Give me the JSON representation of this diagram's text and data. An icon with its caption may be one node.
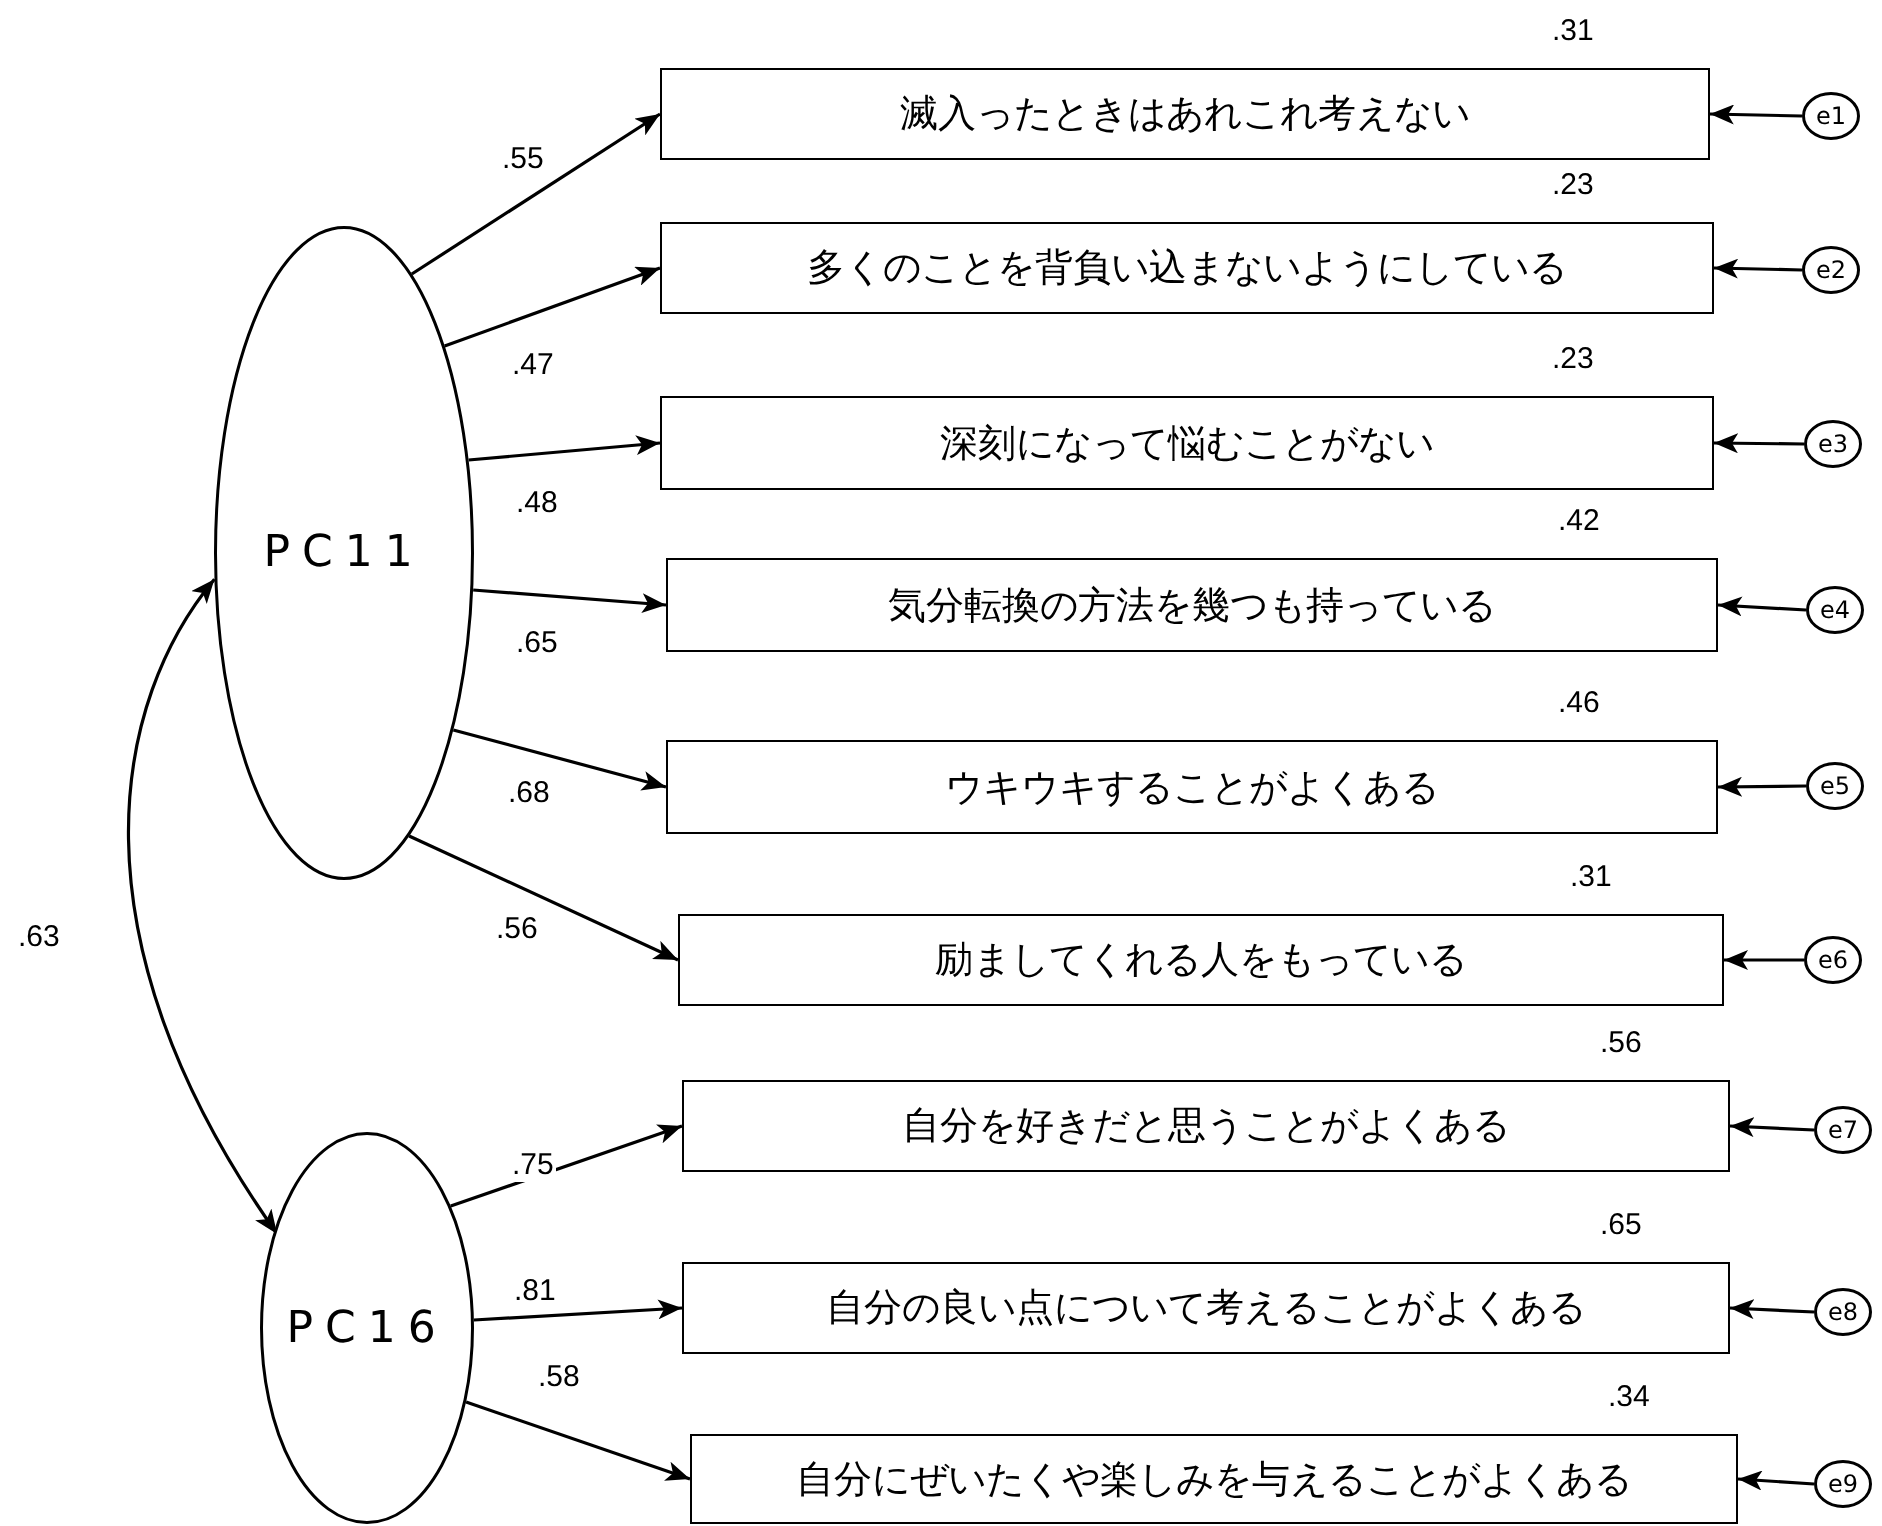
{
  "diagram": {
    "nodes": [
      {
        "text": [
          "PC11"
        ]
      },
      {
        "text": [
          "PC16"
        ]
      },
      {
        "text": [
          "滅入ったときはあれこれ考えない"
        ],
        "beside": [
          ".31"
        ]
      },
      {
        "text": [
          "多くのことを背負い込まないようにしている"
        ],
        "beside": [
          ".23"
        ]
      },
      {
        "text": [
          "深刻になって悩むことがない"
        ],
        "beside": [
          ".23"
        ]
      },
      {
        "text": [
          "気分転換の方法を幾つも持っている"
        ],
        "beside": [
          ".42"
        ]
      },
      {
        "text": [
          "ウキウキすることがよくある"
        ],
        "beside": [
          ".46"
        ]
      },
      {
        "text": [
          "励ましてくれる人をもっている"
        ],
        "beside": [
          ".31"
        ]
      },
      {
        "text": [
          "自分を好きだと思うことがよくある"
        ],
        "beside": [
          ".56"
        ]
      },
      {
        "text": [
          "自分の良い点について考えることがよくある"
        ],
        "beside": [
          ".65"
        ]
      },
      {
        "text": [
          "自分にぜいたくや楽しみを与えることがよくある"
        ],
        "beside": [
          ".34"
        ]
      },
      {
        "text": [
          "e1"
        ]
      },
      {
        "text": [
          "e2"
        ]
      },
      {
        "text": [
          "e3"
        ]
      },
      {
        "text": [
          "e4"
        ]
      },
      {
        "text": [
          "e5"
        ]
      },
      {
        "text": [
          "e6"
        ]
      },
      {
        "text": [
          "e7"
        ]
      },
      {
        "text": [
          "e8"
        ]
      },
      {
        "text": [
          "e9"
        ]
      }
    ],
    "edges": [
      {
        "from": 0,
        "to": 2,
        "arrow": "to",
        "label": ".55"
      },
      {
        "from": 0,
        "to": 3,
        "arrow": "to",
        "label": ".47"
      },
      {
        "from": 0,
        "to": 4,
        "arrow": "to",
        "label": ".48"
      },
      {
        "from": 0,
        "to": 5,
        "arrow": "to",
        "label": ".65"
      },
      {
        "from": 0,
        "to": 6,
        "arrow": "to",
        "label": ".68"
      },
      {
        "from": 0,
        "to": 7,
        "arrow": "to",
        "label": ".56"
      },
      {
        "from": 1,
        "to": 8,
        "arrow": "to",
        "label": ".75"
      },
      {
        "from": 1,
        "to": 9,
        "arrow": "to",
        "label": ".81"
      },
      {
        "from": 1,
        "to": 10,
        "arrow": "to",
        "label": ".58"
      },
      {
        "from": 0,
        "to": 1,
        "arrow": "both",
        "label": ".63"
      },
      {
        "from": 11,
        "to": 2,
        "arrow": "to"
      },
      {
        "from": 12,
        "to": 3,
        "arrow": "to"
      },
      {
        "from": 13,
        "to": 4,
        "arrow": "to"
      },
      {
        "from": 14,
        "to": 5,
        "arrow": "to"
      },
      {
        "from": 15,
        "to": 6,
        "arrow": "to"
      },
      {
        "from": 16,
        "to": 7,
        "arrow": "to"
      },
      {
        "from": 17,
        "to": 8,
        "arrow": "to"
      },
      {
        "from": 18,
        "to": 9,
        "arrow": "to"
      },
      {
        "from": 19,
        "to": 10,
        "arrow": "to"
      }
    ]
  }
}
